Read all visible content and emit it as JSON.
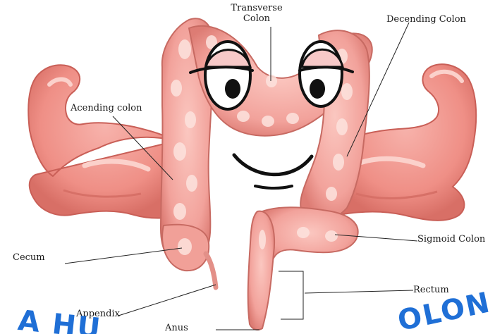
{
  "labels": {
    "transverse_colon": "Transverse\nColon",
    "descending_colon": "Decending Colon",
    "ascending_colon": "Acending colon",
    "cecum": "Cecum",
    "sigmoid_colon": "Sigmoid Colon",
    "rectum": "Rectum",
    "appendix": "Appendix",
    "anus": "Anus"
  },
  "banner": {
    "left_fragment": "A HU",
    "right_fragment": "OLON"
  },
  "colors": {
    "organ_fill": "#f2a6a0",
    "organ_dark": "#d9766f",
    "organ_light": "#fbd6cf",
    "muscle_fill": "#f0948c",
    "banner": "#1f6fd6",
    "leader_line": "#222222"
  }
}
